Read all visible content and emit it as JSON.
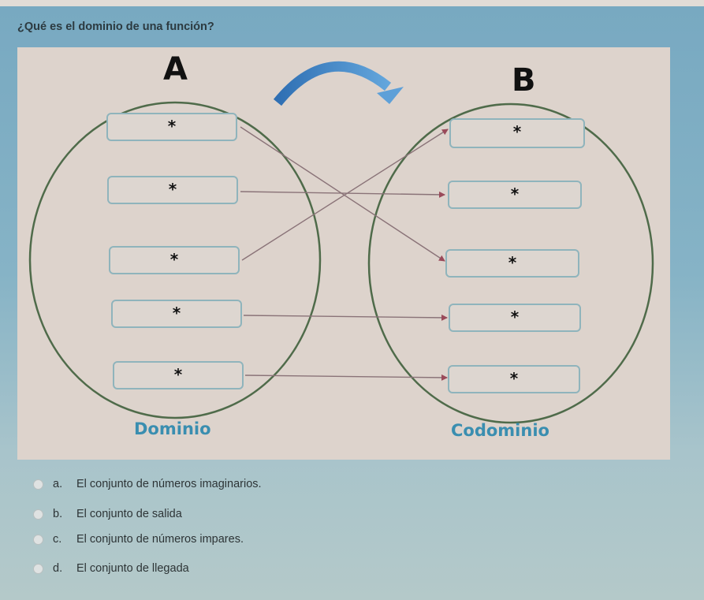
{
  "question": {
    "title": "¿Qué es el dominio de una función?"
  },
  "diagram": {
    "set_a_label": "A",
    "set_b_label": "B",
    "domain_caption": "Dominio",
    "codomain_caption": "Codominio",
    "element_symbol": "*",
    "set_a_elements": [
      "*",
      "*",
      "*",
      "*",
      "*"
    ],
    "set_b_elements": [
      "*",
      "*",
      "*",
      "*",
      "*"
    ],
    "mapping": [
      {
        "from": 1,
        "to": 3
      },
      {
        "from": 2,
        "to": 2
      },
      {
        "from": 3,
        "to": 1
      },
      {
        "from": 4,
        "to": 4
      },
      {
        "from": 5,
        "to": 5
      }
    ],
    "colors": {
      "ellipse_stroke": "#4f6b4a",
      "caption": "#3a8eb0",
      "box_border": "#8fb4bc",
      "arrow_line": "#8a7378",
      "arrow_head": "#9a4a5a",
      "curved_arrow": "#3f7fbf"
    }
  },
  "options": [
    {
      "letter": "a.",
      "text": "El conjunto de números imaginarios."
    },
    {
      "letter": "b.",
      "text": "El conjunto de salida"
    },
    {
      "letter": "c.",
      "text": "El conjunto de números impares."
    },
    {
      "letter": "d.",
      "text": "El conjunto de llegada"
    }
  ]
}
